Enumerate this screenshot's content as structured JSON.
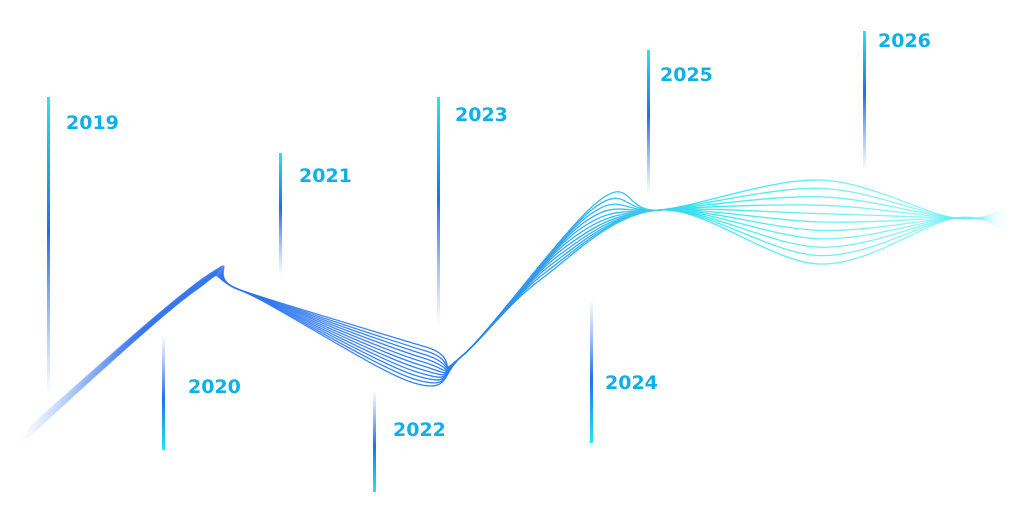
{
  "timeline": {
    "years": [
      {
        "label": "2019",
        "dir": "up"
      },
      {
        "label": "2020",
        "dir": "down"
      },
      {
        "label": "2021",
        "dir": "up"
      },
      {
        "label": "2022",
        "dir": "down"
      },
      {
        "label": "2023",
        "dir": "up"
      },
      {
        "label": "2024",
        "dir": "down"
      },
      {
        "label": "2025",
        "dir": "up"
      },
      {
        "label": "2026",
        "dir": "up"
      }
    ]
  },
  "colors": {
    "label": "#0fb0e8",
    "wave_start": "#2f6fef",
    "wave_end": "#3ce8f0"
  }
}
